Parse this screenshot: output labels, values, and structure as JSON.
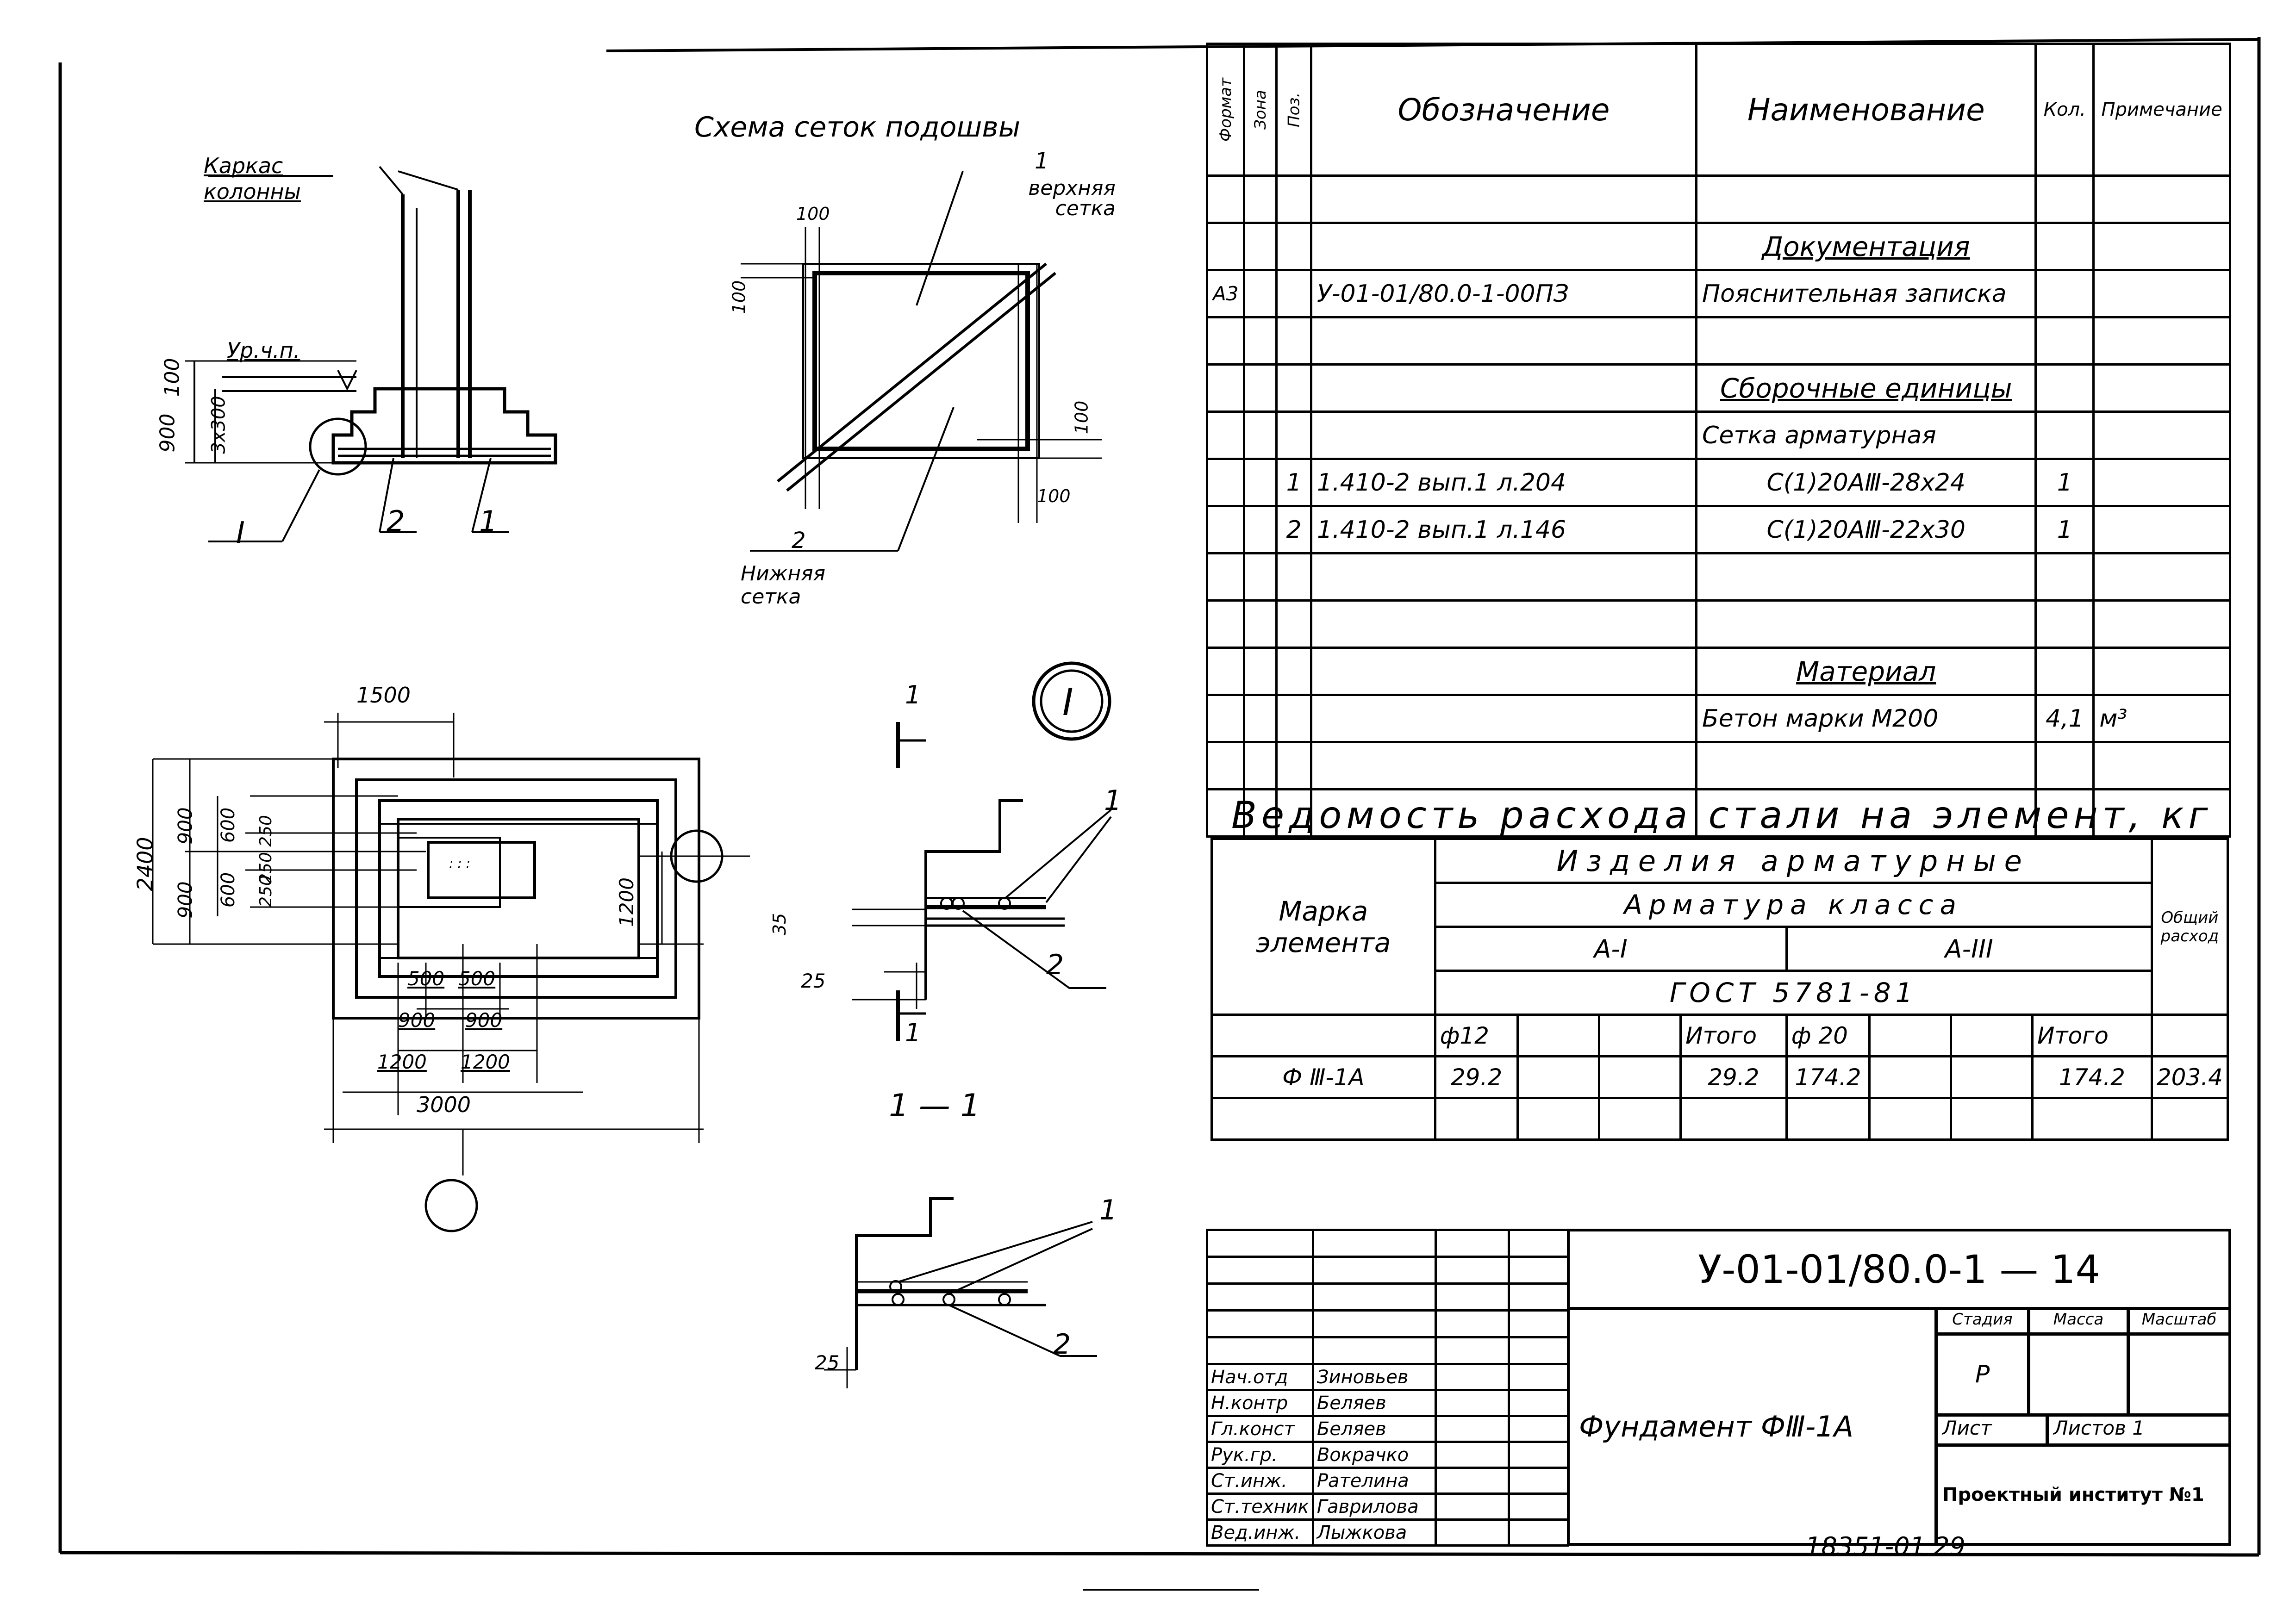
{
  "drawing": {
    "frame_label_carcass": "Каркас колонны",
    "frame_label_level": "Ур.ч.п.",
    "dim_100_top": "100",
    "dim_900_left": "900",
    "dim_300": "3x300",
    "callout_I": "I",
    "pos_2": "2",
    "pos_1": "1",
    "scheme_title": "Схема сеток подошвы",
    "upper_mesh": "верхняя сетка",
    "lower_mesh": "Нижняя сетка",
    "num_1": "1",
    "num_2": "2",
    "dim_100": "100",
    "plan_1500": "1500",
    "plan_2400": "2400",
    "plan_900": "900",
    "plan_600": "600",
    "plan_250": "250",
    "plan_1200": "1200",
    "plan_500": "500",
    "plan_3000": "3000",
    "section_label": "1 — 1",
    "dim_35": "35",
    "dim_25": "25"
  },
  "spec_table": {
    "headers": [
      "Формат",
      "Зона",
      "Поз.",
      "Обозначение",
      "Наименование",
      "Кол.",
      "Примечание"
    ],
    "rows": [
      [
        "",
        "",
        "",
        "",
        "",
        "",
        ""
      ],
      [
        "",
        "",
        "",
        "",
        "Документация",
        "",
        ""
      ],
      [
        "А3",
        "",
        "",
        "У-01-01/80.0-1-00ПЗ",
        "Пояснительная записка",
        "",
        ""
      ],
      [
        "",
        "",
        "",
        "",
        "",
        "",
        ""
      ],
      [
        "",
        "",
        "",
        "",
        "Сборочные единицы",
        "",
        ""
      ],
      [
        "",
        "",
        "",
        "",
        "Сетка арматурная",
        "",
        ""
      ],
      [
        "",
        "",
        "1",
        "1.410-2 вып.1 л.204",
        "С(1)20АⅢ-28х24",
        "1",
        ""
      ],
      [
        "",
        "",
        "2",
        "1.410-2 вып.1 л.146",
        "С(1)20АⅢ-22х30",
        "1",
        ""
      ],
      [
        "",
        "",
        "",
        "",
        "",
        "",
        ""
      ],
      [
        "",
        "",
        "",
        "",
        "",
        "",
        ""
      ],
      [
        "",
        "",
        "",
        "",
        "Материал",
        "",
        ""
      ],
      [
        "",
        "",
        "",
        "",
        "Бетон марки М200",
        "4,1",
        "м³"
      ],
      [
        "",
        "",
        "",
        "",
        "",
        "",
        ""
      ],
      [
        "",
        "",
        "",
        "",
        "",
        "",
        ""
      ]
    ]
  },
  "steel": {
    "title": "Ведомость расхода стали на элемент, кг",
    "mark_header": "Марка элемента",
    "products": "Изделия арматурные",
    "rebar_class": "Арматура класса",
    "class_a1": "А-I",
    "class_a3": "А-III",
    "gost": "ГОСТ 5781-81",
    "total_header": "Общий расход",
    "sub": [
      "ф12",
      "",
      "",
      "Итого",
      "ф 20",
      "",
      "",
      "Итого"
    ],
    "row": {
      "mark": "Ф Ⅲ-1А",
      "vals": [
        "29.2",
        "",
        "",
        "29.2",
        "174.2",
        "",
        "",
        "174.2"
      ],
      "total": "203.4"
    }
  },
  "title_block": {
    "code": "У-01-01/80.0-1 — 14",
    "name": "Фундамент ФⅢ-1А",
    "stage_h": "Стадия",
    "mass_h": "Масса",
    "scale_h": "Масштаб",
    "stage": "Р",
    "sheet_h": "Лист",
    "sheets_h": "Листов 1",
    "org": "Проектный институт №1",
    "people": [
      [
        "Нач.отд",
        "Зиновьев"
      ],
      [
        "Н.контр",
        "Беляев"
      ],
      [
        "Гл.конст",
        "Беляев"
      ],
      [
        "Рук.гр.",
        "Вокрачко"
      ],
      [
        "Ст.инж.",
        "Рателина"
      ],
      [
        "Ст.техник",
        "Гаврилова"
      ],
      [
        "Вед.инж.",
        "Лыжкова"
      ]
    ]
  },
  "footer_number": "18351-01 29"
}
